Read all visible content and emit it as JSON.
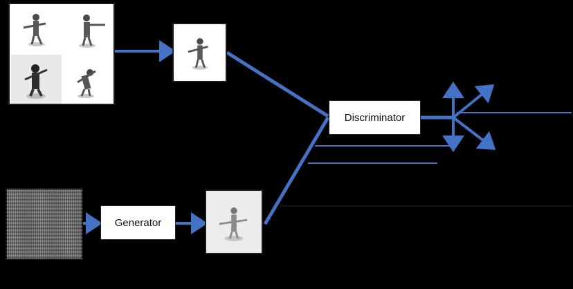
{
  "diagram": {
    "discriminator_label": "Discriminator",
    "generator_label": "Generator"
  },
  "colors": {
    "arrow": "#4472c4",
    "background": "#000000",
    "box_fill": "#ffffff"
  },
  "icons": {
    "real_images": "toy-soldier-figures",
    "noise": "random-noise-texture",
    "generated": "generated-figure"
  }
}
